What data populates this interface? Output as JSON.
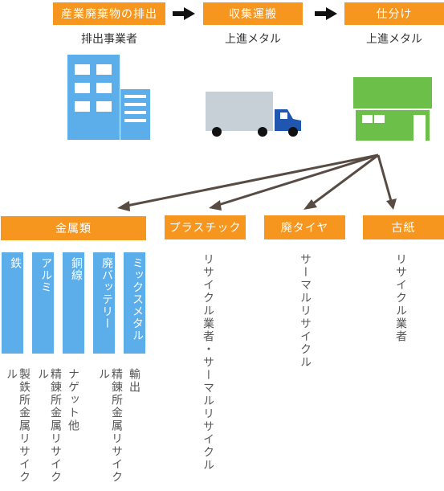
{
  "flow": {
    "stages": [
      {
        "label": "産業廃棄物の排出",
        "sub": "排出事業者"
      },
      {
        "label": "収集運搬",
        "sub": "上進メタル"
      },
      {
        "label": "仕分け",
        "sub": "上進メタル"
      }
    ]
  },
  "categories": {
    "metal": {
      "label": "金属類",
      "items": [
        {
          "label": "鉄",
          "dest": "製鉄所金属リサイクル"
        },
        {
          "label": "アルミ",
          "dest": "精錬所金属リサイクル"
        },
        {
          "label": "銅線",
          "dest": "ナゲット他"
        },
        {
          "label": "廃バッテリー",
          "dest": "精錬所金属リサイクル"
        },
        {
          "label": "ミックスメタル",
          "dest": "輸出"
        }
      ]
    },
    "plastic": {
      "label": "プラスチック",
      "dest": "リサイクル業者・サーマルリサイクル"
    },
    "tire": {
      "label": "廃タイヤ",
      "dest": "サーマルリサイクル"
    },
    "paper": {
      "label": "古紙",
      "dest": "リサイクル業者"
    }
  },
  "colors": {
    "orange": "#f6961e",
    "blue": "#5baeea",
    "green": "#6cc04a",
    "truck_body": "#c7d0d6",
    "truck_cab": "#1f56b0",
    "arrow": "#584b44"
  },
  "icons": [
    "building-icon",
    "truck-icon",
    "warehouse-icon"
  ]
}
